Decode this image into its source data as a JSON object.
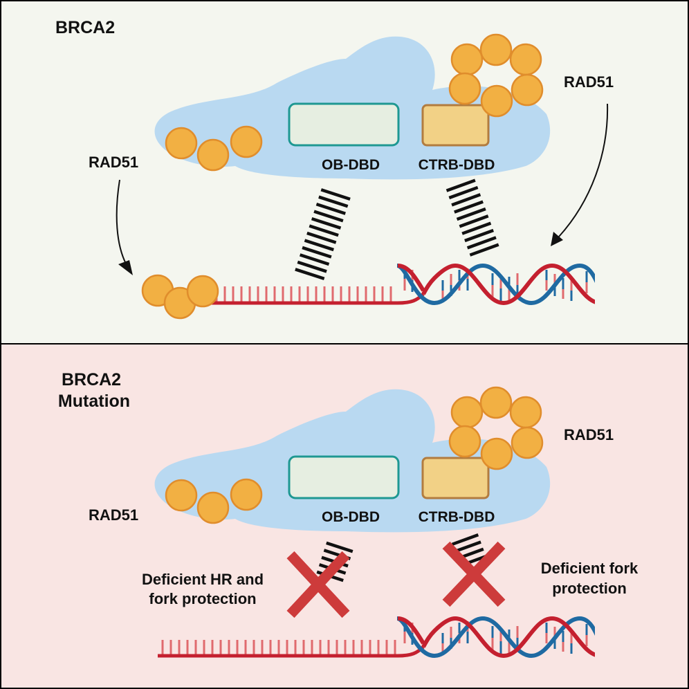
{
  "top_panel": {
    "title": "BRCA2",
    "rad51_left": "RAD51",
    "rad51_right": "RAD51",
    "ob_dbd": "OB-DBD",
    "ctrb_dbd": "CTRB-DBD"
  },
  "bottom_panel": {
    "title_line1": "BRCA2",
    "title_line2": "Mutation",
    "rad51_left": "RAD51",
    "rad51_right": "RAD51",
    "ob_dbd": "OB-DBD",
    "ctrb_dbd": "CTRB-DBD",
    "deficit_left_line1": "Deficient HR and",
    "deficit_left_line2": "fork protection",
    "deficit_right_line1": "Deficient fork",
    "deficit_right_line2": "protection"
  },
  "colors": {
    "top_bg": "#f4f6ef",
    "bottom_bg": "#f9e5e3",
    "protein": "#b9d9f1",
    "rad51_fill": "#f2b043",
    "rad51_stroke": "#e08d2c",
    "ob_fill": "#e6eee1",
    "ob_stroke": "#1e9892",
    "ctrb_fill": "#f2d186",
    "ctrb_stroke": "#b27c3f",
    "dna_red": "#c4202f",
    "dna_blue": "#1f6aa2",
    "cross": "#cd3b3b"
  }
}
